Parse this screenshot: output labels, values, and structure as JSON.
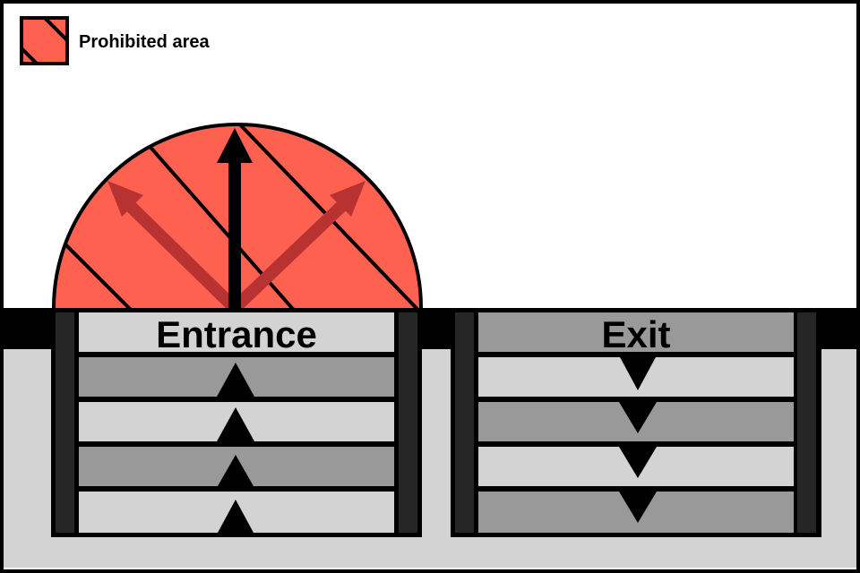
{
  "legend": {
    "label": "Prohibited area",
    "icon": "hatched-swatch-icon",
    "color": "#ff6150"
  },
  "colors": {
    "prohibited": "#ff6150",
    "arrow_faint": "#b83232",
    "wall": "#000000",
    "rail": "#262626",
    "step_light": "#d3d3d3",
    "step_dark": "#999999",
    "floor": "#d3d3d3"
  },
  "entrance": {
    "label": "Entrance",
    "direction": "up",
    "steps": 4,
    "direction_icon": "triangle-up-icon"
  },
  "exit": {
    "label": "Exit",
    "direction": "down",
    "steps": 4,
    "direction_icon": "triangle-down-icon"
  },
  "arrows": [
    {
      "name": "arrow-straight-icon",
      "direction": "up",
      "emphasis": "strong"
    },
    {
      "name": "arrow-left-diagonal-icon",
      "direction": "up-left",
      "emphasis": "faint"
    },
    {
      "name": "arrow-right-diagonal-icon",
      "direction": "up-right",
      "emphasis": "faint"
    }
  ]
}
